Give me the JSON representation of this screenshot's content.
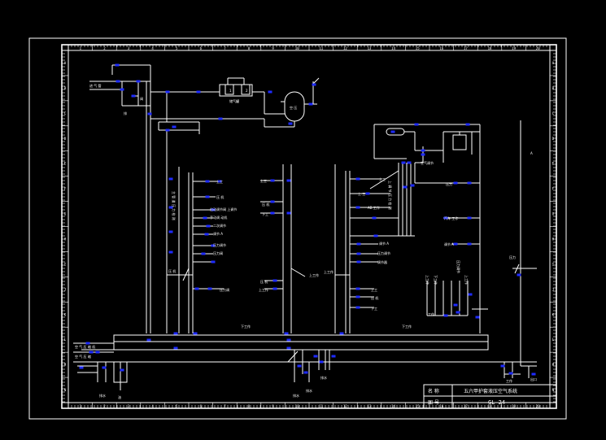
{
  "drawing": {
    "title": "五六甲护套液压空气系统",
    "code": "GL-24",
    "title_row_label": "名 称",
    "code_row_label": "图 号"
  },
  "grid": {
    "columns": [
      "1",
      "2",
      "3",
      "4",
      "5",
      "6",
      "7",
      "8",
      "9",
      "10",
      "11",
      "12",
      "13",
      "14",
      "15",
      "16",
      "17",
      "18",
      "19",
      "20"
    ],
    "rows": [
      "A",
      "B",
      "C",
      "D",
      "E",
      "F",
      "G",
      "H",
      "I",
      "J",
      "K",
      "L",
      "M",
      "N"
    ]
  },
  "labels": {
    "intake_left": "进 气 管",
    "dryer": "储气罐",
    "tank": "空 压",
    "valve_a": "阀",
    "valve_b": "排",
    "box1": "1",
    "box2": "2",
    "col1_items": [
      "上工",
      "压 机",
      "自动调节阀 上调节",
      "手动调 动机",
      "二次调节",
      "调节 A",
      "压力调节",
      "压力阀"
    ],
    "col1_side": "主 管 道 压 力 检 测",
    "col1_bottom": "下工作",
    "col1_mid": "压 机",
    "col2_items": [
      "上工",
      "压 机",
      "下工"
    ],
    "col2_mid": "上工作",
    "col2_bottom": "下工作",
    "col3_items": [
      "上工",
      "上 工",
      "AB 工作",
      "调节 A",
      "压力调节",
      "调节器"
    ],
    "col3_side": "上 调 节 压 力 检 测",
    "col3_bottom": "下工作",
    "col3_lower": [
      "压力调",
      "压 机",
      "上工作"
    ],
    "right_items": [
      "空气调节",
      "汽车 工作",
      "调节 A"
    ],
    "right_vertical": [
      "上工作",
      "下工作",
      "压力调节",
      "上工作"
    ],
    "right_top": "压力",
    "far_right": "A",
    "far_right_mid": "压力",
    "bottom_left": [
      "空 气 压 缩 机",
      "空 气 压 缩"
    ],
    "bottom_items": [
      "排水",
      "油",
      "排水",
      "排水",
      "排水"
    ],
    "bottom_right": [
      "工作",
      "出口"
    ]
  }
}
